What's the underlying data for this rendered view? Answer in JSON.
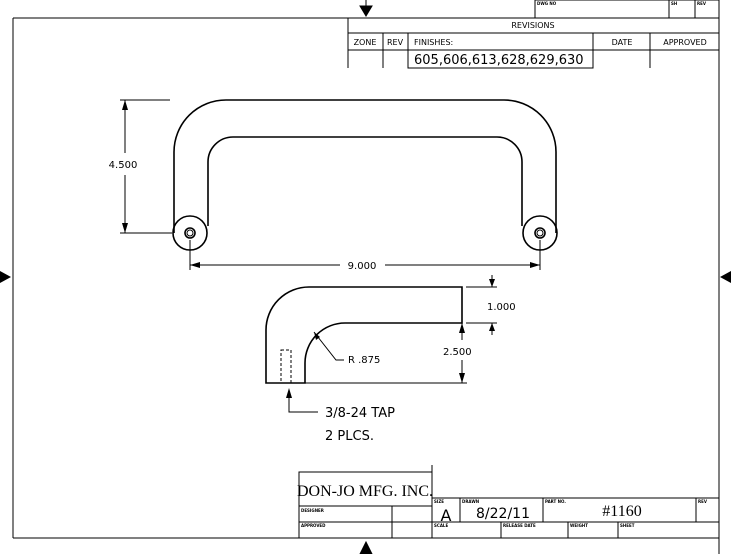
{
  "top_box": {
    "dwg_no": "DWG NO",
    "sh": "SH",
    "rev": "REV"
  },
  "revisions": {
    "title": "REVISIONS",
    "zone": "ZONE",
    "rev": "REV",
    "finishes_label": "FINISHES:",
    "finishes": "605,606,613,628,629,630",
    "date": "DATE",
    "approved": "APPROVED"
  },
  "dimensions": {
    "height": "4.500",
    "width": "9.000",
    "arm": "1.000",
    "depth": "2.500",
    "radius": "R .875",
    "tap_line1": "3/8-24 TAP",
    "tap_line2": "2 PLCS."
  },
  "title_block": {
    "company": "DON-JO MFG. INC.",
    "designer_label": "DESIGNER",
    "approved_label": "APPROVED",
    "size_label": "SIZE",
    "size": "A",
    "drawn_label": "DRAWN",
    "drawn": "8/22/11",
    "part_label": "PART NO.",
    "part": "#1160",
    "rev_label": "REV",
    "scale_label": "SCALE",
    "release_label": "RELEASE DATE",
    "weight_label": "WEIGHT",
    "sheet_label": "SHEET"
  }
}
